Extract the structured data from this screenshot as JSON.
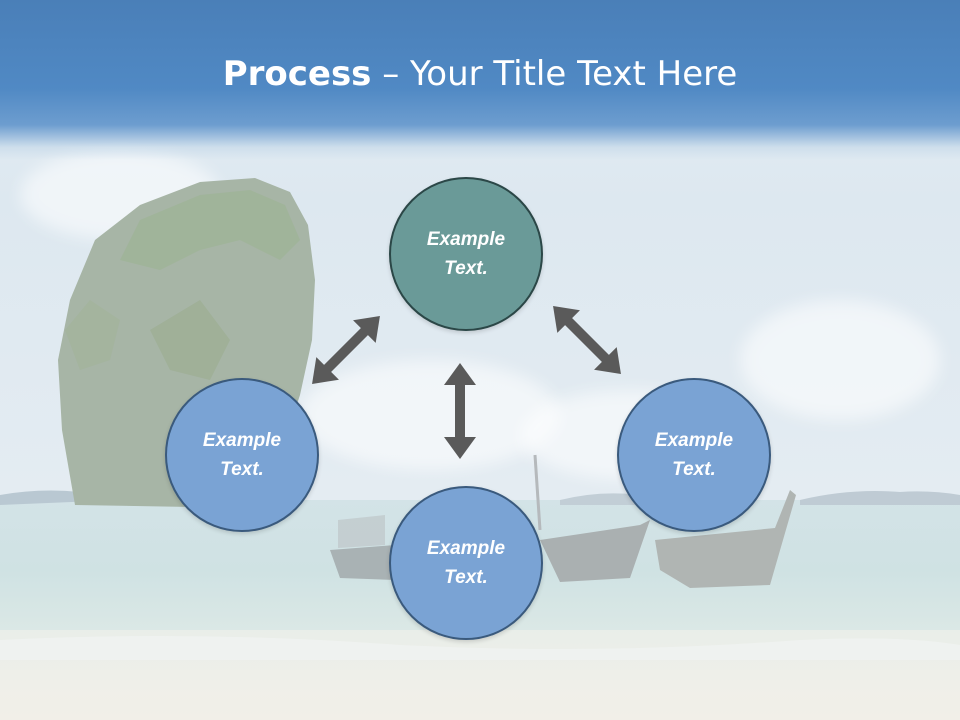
{
  "title": {
    "bold": "Process",
    "rest": " – Your Title Text Here"
  },
  "nodes": [
    {
      "id": "top",
      "text": "Example Text.",
      "color": "#6a9a98"
    },
    {
      "id": "left",
      "text": "Example Text.",
      "color": "#7aa3d4"
    },
    {
      "id": "right",
      "text": "Example Text.",
      "color": "#7aa3d4"
    },
    {
      "id": "bottom",
      "text": "Example Text.",
      "color": "#7aa3d4"
    }
  ],
  "arrow_color": "#5a5a5a",
  "banner_color": "#5089c4"
}
